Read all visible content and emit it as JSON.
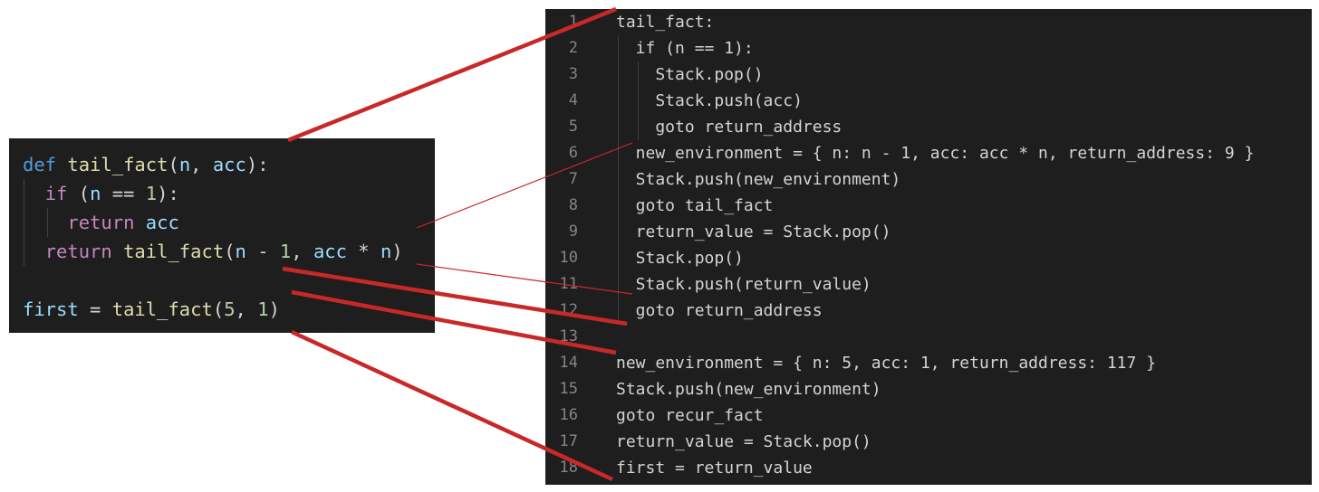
{
  "source_code": {
    "lines": [
      [
        {
          "t": "def",
          "c": "kw"
        },
        {
          "t": " ",
          "c": "pl"
        },
        {
          "t": "tail_fact",
          "c": "fn"
        },
        {
          "t": "(",
          "c": "pl"
        },
        {
          "t": "n",
          "c": "var"
        },
        {
          "t": ", ",
          "c": "pl"
        },
        {
          "t": "acc",
          "c": "var"
        },
        {
          "t": "):",
          "c": "pl"
        }
      ],
      [
        {
          "t": "  ",
          "c": "pl"
        },
        {
          "t": "if",
          "c": "ctl"
        },
        {
          "t": " (",
          "c": "pl"
        },
        {
          "t": "n",
          "c": "var"
        },
        {
          "t": " == ",
          "c": "op"
        },
        {
          "t": "1",
          "c": "num"
        },
        {
          "t": "):",
          "c": "pl"
        }
      ],
      [
        {
          "t": "    ",
          "c": "pl"
        },
        {
          "t": "return",
          "c": "ctl"
        },
        {
          "t": " ",
          "c": "pl"
        },
        {
          "t": "acc",
          "c": "var"
        }
      ],
      [
        {
          "t": "  ",
          "c": "pl"
        },
        {
          "t": "return",
          "c": "ctl"
        },
        {
          "t": " ",
          "c": "pl"
        },
        {
          "t": "tail_fact",
          "c": "fn"
        },
        {
          "t": "(",
          "c": "pl"
        },
        {
          "t": "n",
          "c": "var"
        },
        {
          "t": " - ",
          "c": "op"
        },
        {
          "t": "1",
          "c": "num"
        },
        {
          "t": ", ",
          "c": "pl"
        },
        {
          "t": "acc",
          "c": "var"
        },
        {
          "t": " * ",
          "c": "op"
        },
        {
          "t": "n",
          "c": "var"
        },
        {
          "t": ")",
          "c": "pl"
        }
      ],
      [],
      [
        {
          "t": "first",
          "c": "var"
        },
        {
          "t": " = ",
          "c": "op"
        },
        {
          "t": "tail_fact",
          "c": "fn"
        },
        {
          "t": "(",
          "c": "pl"
        },
        {
          "t": "5",
          "c": "num"
        },
        {
          "t": ", ",
          "c": "pl"
        },
        {
          "t": "1",
          "c": "num"
        },
        {
          "t": ")",
          "c": "pl"
        }
      ]
    ]
  },
  "compiled_code": {
    "lines": [
      {
        "num": "1",
        "text": "tail_fact:"
      },
      {
        "num": "2",
        "text": "  if (n == 1):"
      },
      {
        "num": "3",
        "text": "    Stack.pop()"
      },
      {
        "num": "4",
        "text": "    Stack.push(acc)"
      },
      {
        "num": "5",
        "text": "    goto return_address"
      },
      {
        "num": "6",
        "text": "  new_environment = { n: n - 1, acc: acc * n, return_address: 9 }"
      },
      {
        "num": "7",
        "text": "  Stack.push(new_environment)"
      },
      {
        "num": "8",
        "text": "  goto tail_fact"
      },
      {
        "num": "9",
        "text": "  return_value = Stack.pop()"
      },
      {
        "num": "10",
        "text": "  Stack.pop()"
      },
      {
        "num": "11",
        "text": "  Stack.push(return_value)"
      },
      {
        "num": "12",
        "text": "  goto return_address"
      },
      {
        "num": "13",
        "text": ""
      },
      {
        "num": "14",
        "text": "new_environment = { n: 5, acc: 1, return_address: 117 }"
      },
      {
        "num": "15",
        "text": "Stack.push(new_environment)"
      },
      {
        "num": "16",
        "text": "goto recur_fact"
      },
      {
        "num": "17",
        "text": "return_value = Stack.pop()"
      },
      {
        "num": "18",
        "text": "first = return_value"
      }
    ]
  },
  "colors": {
    "panel_background": "#1e1e1e",
    "connector": "#c82828"
  }
}
